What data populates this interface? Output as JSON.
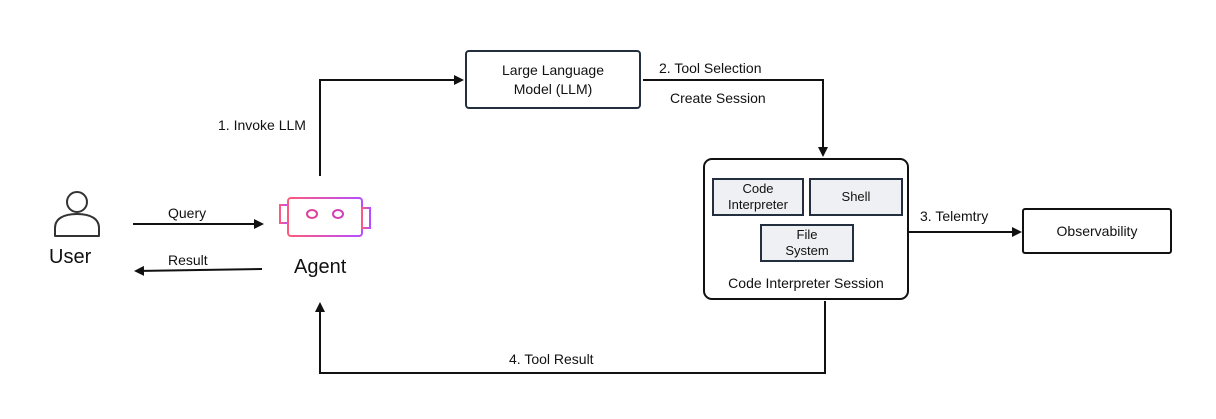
{
  "diagram": {
    "user": {
      "label": "User",
      "icon": "user-icon"
    },
    "agent": {
      "label": "Agent",
      "icon": "robot-icon"
    },
    "llm": {
      "line1": "Large Language",
      "line2": "Model (LLM)"
    },
    "session": {
      "label": "Code Interpreter Session",
      "code_interpreter": {
        "line1": "Code",
        "line2": "Interpreter"
      },
      "shell": "Shell",
      "file_system": {
        "line1": "File",
        "line2": "System"
      }
    },
    "observability": "Observability",
    "edges": {
      "query": "Query",
      "result": "Result",
      "invoke_llm": "1. Invoke LLM",
      "tool_selection": "2. Tool Selection",
      "create_session": "Create Session",
      "telemetry": "3. Telemtry",
      "tool_result": "4. Tool Result"
    },
    "colors": {
      "agent_gradient_start": "#ff5a7a",
      "agent_gradient_end": "#b64dff",
      "box_border": "#232f3e",
      "inner_fill": "#eef0f3"
    }
  }
}
